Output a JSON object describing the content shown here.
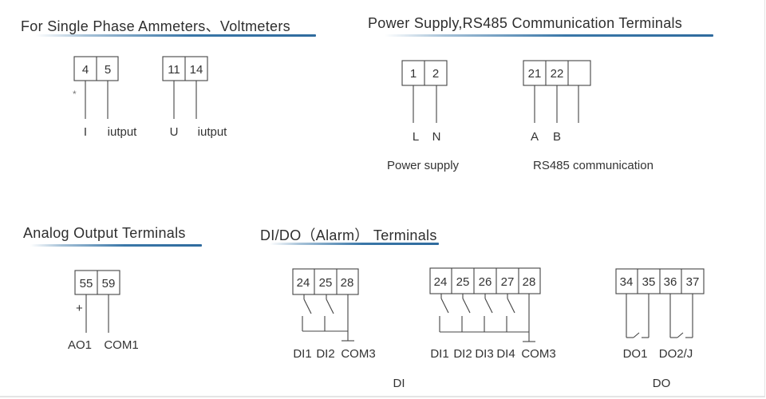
{
  "sections": {
    "ammeter": {
      "title": "For Single Phase Ammeters、Voltmeters"
    },
    "power": {
      "title": "Power Supply,RS485 Communication Terminals"
    },
    "analog": {
      "title": "Analog Output Terminals"
    },
    "dido": {
      "title": "DI/DO（Alarm） Terminals"
    }
  },
  "blocks": {
    "current": {
      "terminals": [
        "4",
        "5"
      ],
      "labels": [
        "I",
        "iutput"
      ],
      "mark": "*"
    },
    "voltage": {
      "terminals": [
        "11",
        "14"
      ],
      "labels": [
        "U",
        "iutput"
      ]
    },
    "power_supply": {
      "terminals": [
        "1",
        "2"
      ],
      "labels": [
        "L",
        "N"
      ],
      "caption": "Power supply"
    },
    "rs485": {
      "terminals": [
        "21",
        "22",
        ""
      ],
      "labels": [
        "A",
        "B"
      ],
      "caption": "RS485 communication"
    },
    "analog_out": {
      "terminals": [
        "55",
        "59"
      ],
      "labels": [
        "AO1",
        "COM1"
      ],
      "mark": "+"
    },
    "di_2": {
      "terminals": [
        "24",
        "25",
        "28"
      ],
      "labels": [
        "DI1",
        "DI2",
        "COM3"
      ]
    },
    "di_4": {
      "terminals": [
        "24",
        "25",
        "26",
        "27",
        "28"
      ],
      "labels": [
        "DI1",
        "DI2",
        "DI3",
        "DI4",
        "COM3"
      ]
    },
    "do": {
      "terminals": [
        "34",
        "35",
        "36",
        "37"
      ],
      "labels": [
        "DO1",
        "DO2/J"
      ]
    }
  },
  "group_captions": {
    "di": "DI",
    "do": "DO"
  }
}
